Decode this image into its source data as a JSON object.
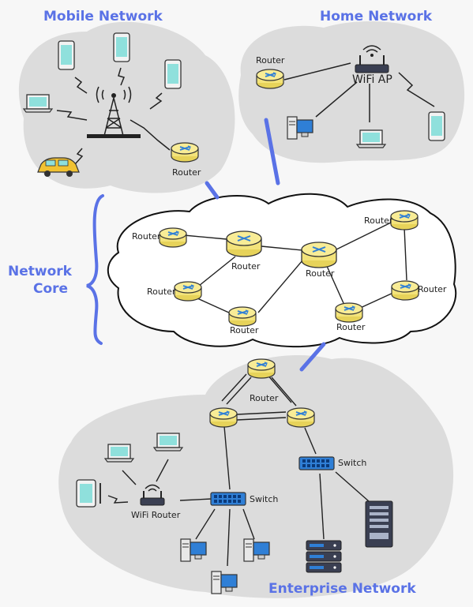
{
  "regions": {
    "mobile": "Mobile Network",
    "home": "Home Network",
    "core_line1": "Network",
    "core_line2": "Core",
    "enterprise": "Enterprise Network"
  },
  "labels": {
    "router": "Router",
    "wifi_ap": "WiFi AP",
    "wifi_router": "WiFi Router",
    "switch": "Switch"
  },
  "colors": {
    "accent": "#5a72e6",
    "cloud": "#dcdcdc",
    "router_yellow": "#f3e37a",
    "screen": "#8fe0dc",
    "device_blue": "#2f7fd6"
  }
}
